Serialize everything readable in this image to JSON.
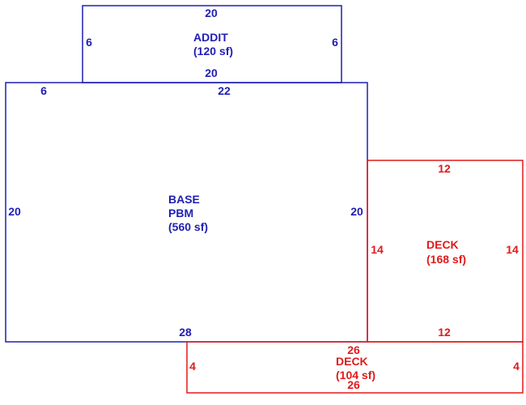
{
  "colors": {
    "structure": "#1f1fb4",
    "deck": "#e01a1a",
    "background": "#ffffff"
  },
  "areas": {
    "addit": {
      "name": "ADDIT",
      "area": "(120 sf)",
      "dims": {
        "top": "20",
        "bottom": "20",
        "left": "6",
        "right": "6"
      }
    },
    "base": {
      "name_line1": "BASE",
      "name_line2": "PBM",
      "area": "(560 sf)",
      "dims": {
        "top_left": "6",
        "top": "22",
        "bottom": "28",
        "left": "20",
        "right": "20"
      }
    },
    "deck_right": {
      "name": "DECK",
      "area": "(168 sf)",
      "dims": {
        "top": "12",
        "bottom": "12",
        "left": "14",
        "right": "14"
      }
    },
    "deck_bottom": {
      "name": "DECK",
      "area": "(104 sf)",
      "dims": {
        "top": "26",
        "bottom": "26",
        "left": "4",
        "right": "4"
      }
    }
  }
}
